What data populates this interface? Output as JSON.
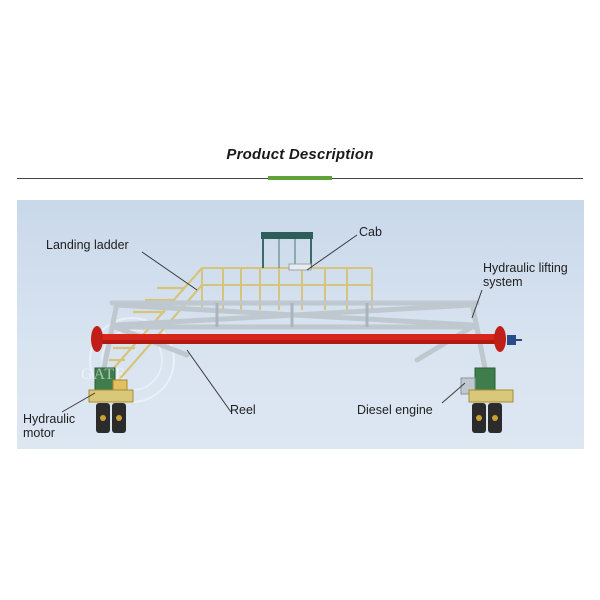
{
  "section": {
    "title": "Product Description",
    "accent_color": "#5fa23b"
  },
  "diagram": {
    "labels": {
      "landing_ladder": "Landing ladder",
      "cab": "Cab",
      "hydraulic_lifting": "Hydraulic lifting system",
      "reel": "Reel",
      "diesel_engine": "Diesel engine",
      "hydraulic_motor": "Hydraulic motor"
    },
    "watermark": "GATE",
    "colors": {
      "background": "#d3e0ee",
      "frame": "#bfc8cf",
      "railing": "#d6c47a",
      "reel": "#d9261c",
      "cab_roof": "#2f5d5a"
    }
  }
}
